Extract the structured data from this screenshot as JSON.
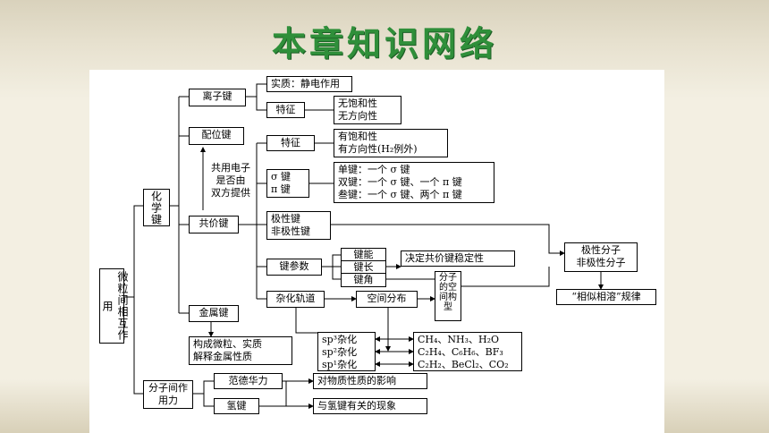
{
  "slide": {
    "title": "本章知识网络"
  },
  "diagram": {
    "root": "微粒间相互作用",
    "chemical_bond": "化学键",
    "ionic_bond": "离子键",
    "ionic_essence": "实质：静电作用",
    "ionic_feature": "特征",
    "ionic_feature_items": [
      "无饱和性",
      "无方向性"
    ],
    "coordinate_bond": "配位键",
    "shared_pair_note": [
      "共用电子",
      "是否由",
      "双方提供"
    ],
    "covalent_bond": "共价键",
    "covalent_feature": "特征",
    "covalent_feature_items": [
      "有饱和性",
      "有方向性(H₂例外)"
    ],
    "sigma_pi": [
      "σ 键",
      "π 键"
    ],
    "bond_counts": [
      "单键：一个 σ 键",
      "双键：一个 σ 键、一个 π 键",
      "叁键：一个 σ 键、两个 π 键"
    ],
    "polarity": [
      "极性键",
      "非极性键"
    ],
    "bond_params": "键参数",
    "bond_param_items": [
      "键能",
      "键长",
      "键角"
    ],
    "stability": "决定共价键稳定性",
    "spatial_structure": "分子的空间构型",
    "molecule_polarity": [
      "极性分子",
      "非极性分子"
    ],
    "like_dissolves_like": "“相似相溶”规律",
    "hybrid_orbital": "杂化轨道",
    "spatial_distribution": "空间分布",
    "hybrid_types": [
      "sp³杂化",
      "sp²杂化",
      "sp¹杂化"
    ],
    "hybrid_examples": [
      "CH₄、NH₃、H₂O",
      "C₂H₄、C₆H₆、BF₃",
      "C₂H₂、BeCl₂、CO₂"
    ],
    "metallic_bond": "金属键",
    "metallic_desc": [
      "构成微粒、实质",
      "解释金属性质"
    ],
    "intermolecular": "分子间作用力",
    "van_der_waals": "范德华力",
    "vdw_effect": "对物质性质的影响",
    "hydrogen_bond": "氢键",
    "hbond_effect": "与氢键有关的现象"
  }
}
